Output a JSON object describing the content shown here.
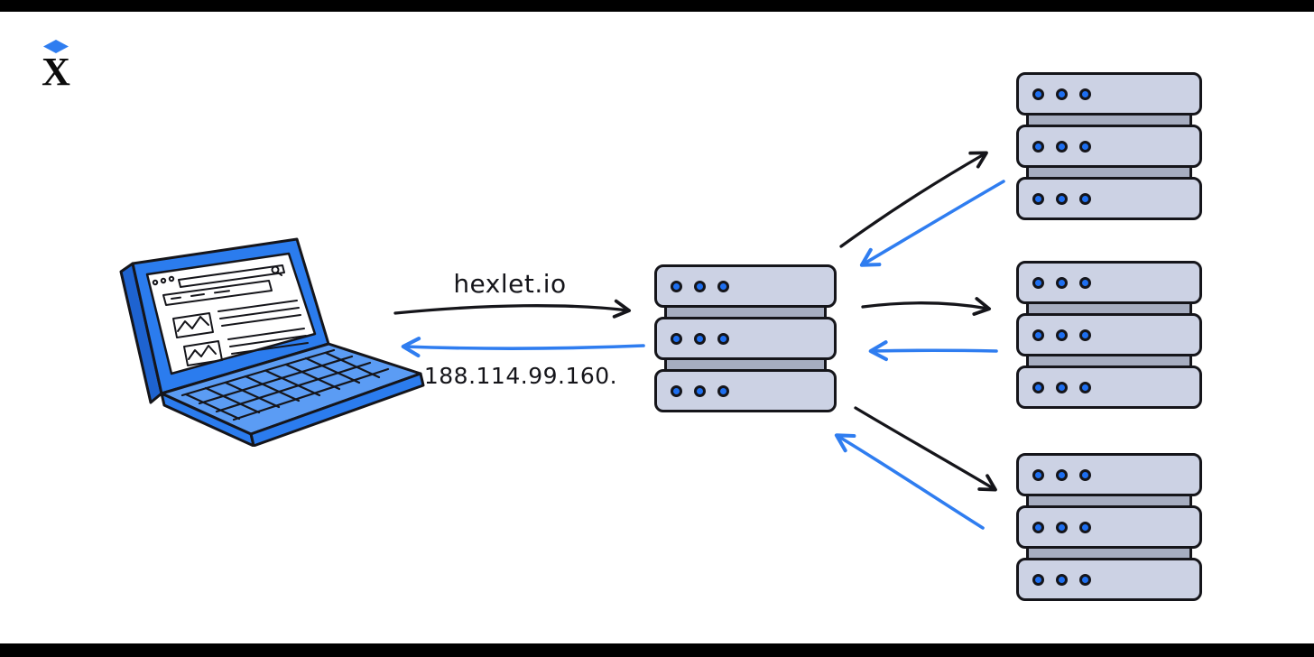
{
  "page": {
    "background": "#ffffff",
    "letterbox_color": "#000000",
    "description": "DNS resolution diagram: laptop asks DNS for hexlet.io, receives IP 188.114.99.160, DNS server exchanges requests/responses with three upstream server stacks"
  },
  "logo": {
    "letter": "X",
    "cap_color": "#2f7df0",
    "letter_color": "#0c0c0c"
  },
  "labels": {
    "request": "hexlet.io",
    "response": "188.114.99.160."
  },
  "colors": {
    "accent_blue": "#2f7df0",
    "arrow_black": "#15151a",
    "laptop_frame_blue": "#2b7cee",
    "laptop_deck_blue": "#5b9cf4",
    "server_fill": "#ccd2e4",
    "server_connector": "#a6adc0",
    "led_dot_blue": "#1e6ff0",
    "outline": "#15151a"
  },
  "nodes": {
    "client": {
      "id": "client-laptop",
      "type": "laptop"
    },
    "dns_server": {
      "id": "dns-server",
      "type": "server-stack",
      "units": 3,
      "dots_per_unit": 3
    },
    "upstream_servers": [
      {
        "id": "server-top",
        "type": "server-stack",
        "units": 3,
        "dots_per_unit": 3
      },
      {
        "id": "server-middle",
        "type": "server-stack",
        "units": 3,
        "dots_per_unit": 3
      },
      {
        "id": "server-bottom",
        "type": "server-stack",
        "units": 3,
        "dots_per_unit": 3
      }
    ]
  },
  "arrows": [
    {
      "id": "request-client-to-dns",
      "color": "black",
      "label": "hexlet.io",
      "from": "client-laptop",
      "to": "dns-server"
    },
    {
      "id": "response-dns-to-client",
      "color": "blue",
      "label": "188.114.99.160.",
      "from": "dns-server",
      "to": "client-laptop"
    },
    {
      "id": "request-dns-to-server-top",
      "color": "black",
      "from": "dns-server",
      "to": "server-top"
    },
    {
      "id": "response-server-top-to-dns",
      "color": "blue",
      "from": "server-top",
      "to": "dns-server"
    },
    {
      "id": "request-dns-to-server-middle",
      "color": "black",
      "from": "dns-server",
      "to": "server-middle"
    },
    {
      "id": "response-server-middle-to-dns",
      "color": "blue",
      "from": "server-middle",
      "to": "dns-server"
    },
    {
      "id": "request-dns-to-server-bottom",
      "color": "black",
      "from": "dns-server",
      "to": "server-bottom"
    },
    {
      "id": "response-server-bottom-to-dns",
      "color": "blue",
      "from": "server-bottom",
      "to": "dns-server"
    }
  ]
}
